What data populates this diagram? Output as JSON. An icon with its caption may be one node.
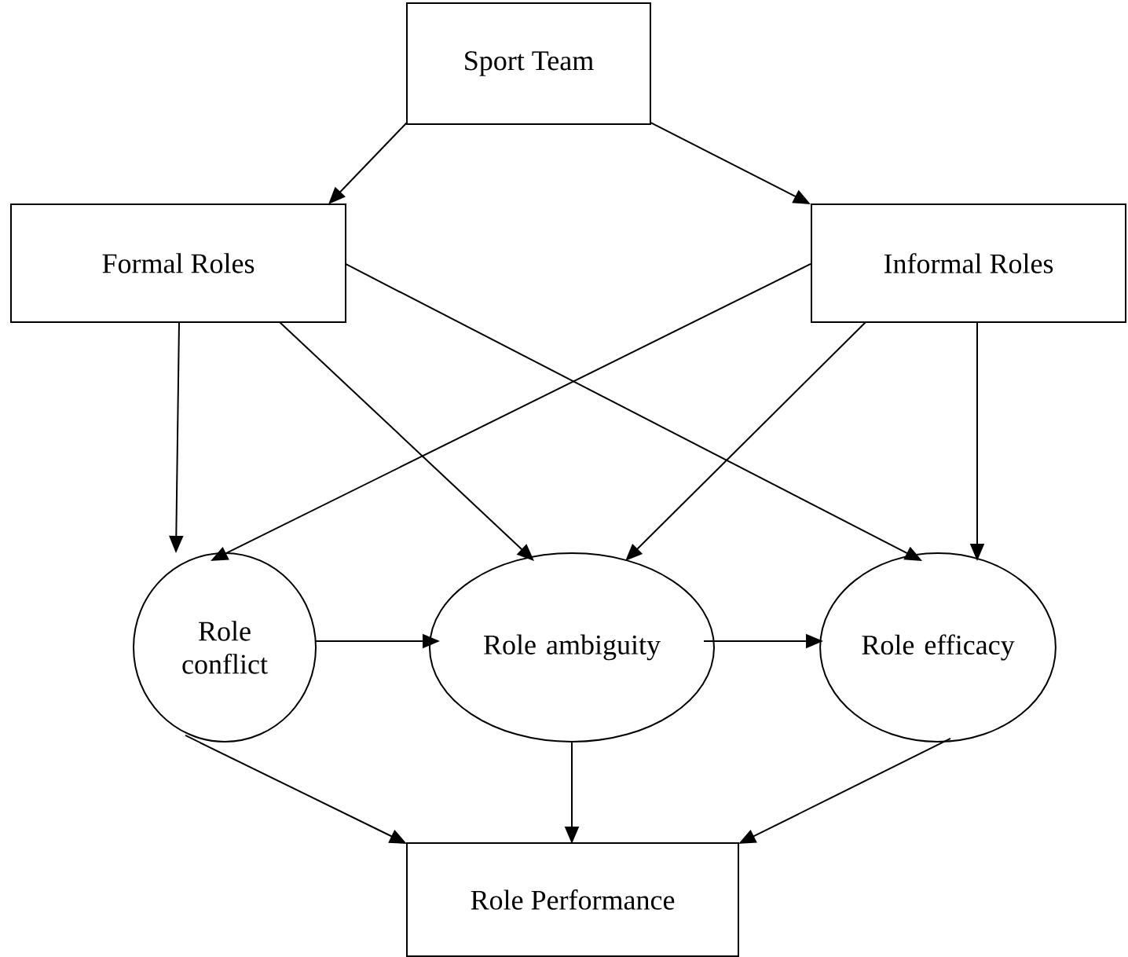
{
  "diagram": {
    "nodes": [
      {
        "text": [
          "Sport Team"
        ]
      },
      {
        "text": [
          "Formal Roles"
        ]
      },
      {
        "text": [
          "Informal Roles"
        ]
      },
      {
        "text": [
          "Role conflict"
        ]
      },
      {
        "text": [
          "Role ambiguity"
        ]
      },
      {
        "text": [
          "Role efficacy"
        ]
      },
      {
        "text": [
          "Role Performance"
        ]
      }
    ],
    "edges": [
      {
        "from": 0,
        "to": 1,
        "arrow": "to"
      },
      {
        "from": 0,
        "to": 2,
        "arrow": "to"
      },
      {
        "from": 1,
        "to": 3,
        "arrow": "to"
      },
      {
        "from": 1,
        "to": 4,
        "arrow": "to"
      },
      {
        "from": 1,
        "to": 5,
        "arrow": "to"
      },
      {
        "from": 2,
        "to": 3,
        "arrow": "to"
      },
      {
        "from": 2,
        "to": 4,
        "arrow": "to"
      },
      {
        "from": 2,
        "to": 5,
        "arrow": "to"
      },
      {
        "from": 3,
        "to": 4,
        "arrow": "to"
      },
      {
        "from": 4,
        "to": 5,
        "arrow": "to"
      },
      {
        "from": 3,
        "to": 6,
        "arrow": "to"
      },
      {
        "from": 4,
        "to": 6,
        "arrow": "to"
      },
      {
        "from": 5,
        "to": 6,
        "arrow": "to"
      }
    ]
  }
}
